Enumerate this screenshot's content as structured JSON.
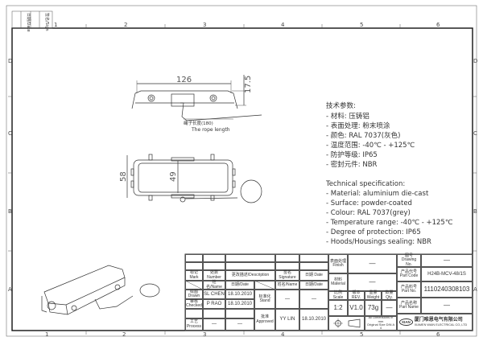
{
  "border": {
    "zones_top": [
      "1",
      "2",
      "3",
      "4",
      "5",
      "6"
    ],
    "zones_bottom": [
      "1",
      "2",
      "3",
      "4",
      "5",
      "6"
    ],
    "zones_side": [
      "D",
      "C",
      "B",
      "A"
    ],
    "revision_header": [
      "日期/Date",
      "签名/Sign"
    ]
  },
  "views": {
    "side": {
      "width_dim": "126",
      "height_dim": "17.5",
      "rope_label_cn": "绳子长度(180)",
      "rope_label_en": "The rope length"
    },
    "top": {
      "outer_dim": "58",
      "inner_dim": "49"
    }
  },
  "spec_cn": {
    "title": "技术参数:",
    "lines": [
      "- 材料: 压铸铝",
      "- 表面处理: 粉末喷涂",
      "- 颜色: RAL 7037(灰色)",
      "- 温度范围: -40℃ - +125℃",
      "- 防护等级: IP65",
      "- 密封元件: NBR"
    ]
  },
  "spec_en": {
    "title": "Technical specification:",
    "lines": [
      "- Material: aluminium die-cast",
      "- Surface: powder-coated",
      "- Colour: RAL 7037(grey)",
      "- Temperature range: -40℃ - +125℃",
      "- Degree of protection: IP65",
      "- Hoods/Housings sealing: NBR"
    ]
  },
  "title_block": {
    "mark": "标记 Mark",
    "number": "处数 Number",
    "description": "更改描述/Description",
    "signature": "签名 Signature",
    "date": "日期 Date",
    "name_hdr": "姓名/Name",
    "date_hdr": "日期/Date",
    "name_hdr2": "姓名/Name",
    "date_hdr2": "日期/Date",
    "drawn": "绘图 Drawn",
    "checked": "审核 Checked",
    "process": "工艺 Process",
    "stand": "标准化 Stand",
    "approved": "批准 Approved",
    "drawn_name": "SL CHEN",
    "drawn_date": "18.10.2010",
    "checked_name": "P RAO",
    "checked_date": "18.10.2010",
    "process_name": "—",
    "process_date": "—",
    "stand_name": "—",
    "stand_date": "—",
    "approved_name": "YY LIN",
    "approved_date": "18.10.2010",
    "finish_label": "表面处理 Finish",
    "finish_value": "—",
    "material_label": "材料 Material",
    "material_value": "—",
    "scale_label": "比例 Scale",
    "rev_label": "版本 REV.",
    "weight_label": "重量 Weight",
    "qty_label": "数量 Qty.",
    "scale_value": "1:2",
    "rev_value": "V1.0",
    "weight_value": "73g",
    "qty_value": "—",
    "dimensions_note": "All Dimensions in mm",
    "size_note": "Original Size DIN A 4",
    "drawing_no_label": "图号 Drawing No.",
    "drawing_no_value": "—",
    "part_code_label": "产品代号 Part Code",
    "part_code_value": "H24B-MCV-48/1S",
    "part_no_label": "产品料号 Part No.",
    "part_no_value": "1110240308103",
    "part_name_label": "产品名称 Part Name",
    "part_name_value": "—",
    "company_logo": "XIAN",
    "company_cn": "厦门唯恩电气有限公司",
    "company_en": "XIAMEN WAIN ELECTRICAL CO.,LTD"
  }
}
